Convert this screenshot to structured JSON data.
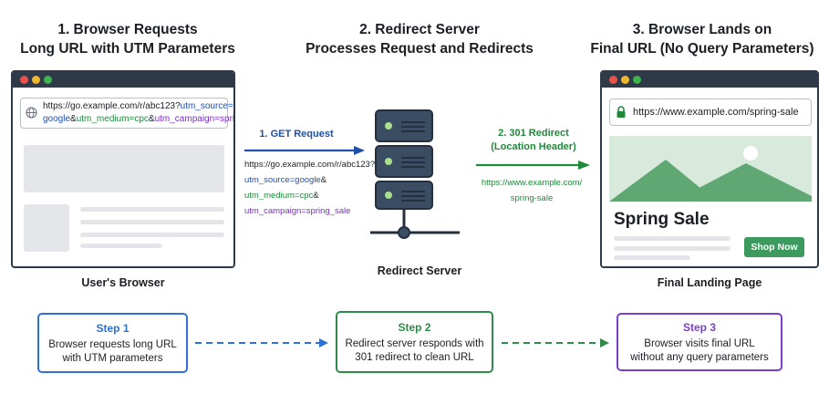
{
  "columns": [
    {
      "title_lines": [
        "1. Browser Requests",
        "Long URL with UTM Parameters"
      ],
      "caption": "User's Browser"
    },
    {
      "title_lines": [
        "2. Redirect Server",
        "Processes Request and Redirects"
      ],
      "caption": "Redirect Server"
    },
    {
      "title_lines": [
        "3. Browser Lands on",
        "Final URL (No Query Parameters)"
      ],
      "caption": "Final Landing Page"
    }
  ],
  "left_browser": {
    "url_base": "https://go.example.com/r/abc123?",
    "utm_source": "utm_source=",
    "utm_source_value": "google",
    "amp1": "&",
    "utm_medium": "utm_medium=cpc",
    "amp2": "&",
    "utm_campaign": "utm_campaign=spring_sale"
  },
  "request_arrow": {
    "label": "1. GET Request",
    "lines": {
      "l1": "https://go.example.com/r/abc123?",
      "l2_main": "utm_source=google",
      "l2_amp": "&",
      "l3_main": "utm_medium=cpc",
      "l3_amp": "&",
      "l4": "utm_campaign=spring_sale"
    }
  },
  "redirect_arrow": {
    "label_line1": "2. 301 Redirect",
    "label_line2": "(Location Header)",
    "url_line1": "https://www.example.com/",
    "url_line2": "spring-sale"
  },
  "right_browser": {
    "url": "https://www.example.com/spring-sale",
    "heading": "Spring Sale",
    "button": "Shop Now"
  },
  "steps": [
    {
      "title": "Step 1",
      "line1": "Browser requests long URL",
      "line2": "with UTM parameters",
      "color": "#2f6fd6"
    },
    {
      "title": "Step 2",
      "line1": "Redirect server responds with",
      "line2": "301 redirect to clean URL",
      "color": "#2e8b4a"
    },
    {
      "title": "Step 3",
      "line1": "Browser visits final URL",
      "line2": "without any query parameters",
      "color": "#7b3fc9"
    }
  ],
  "colors": {
    "blue": "#1f4fa8",
    "green": "#1f8a3a",
    "purple": "#7b2fc4",
    "server": "#3b4d63",
    "window_bar": "#2f3a48"
  },
  "icons": {
    "globe": "globe-icon",
    "lock": "lock-icon",
    "server": "server-icon",
    "image": "landscape-image-icon"
  }
}
